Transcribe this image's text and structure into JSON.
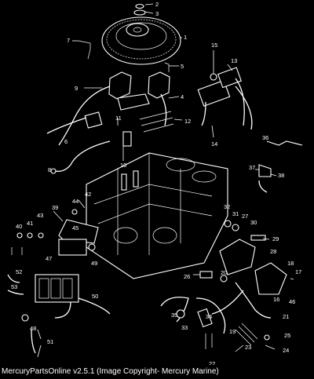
{
  "diagram": {
    "background": "#000000",
    "foreground": "#ffffff",
    "callouts": [
      "1",
      "2",
      "3",
      "4",
      "5",
      "6",
      "7",
      "8",
      "9",
      "10",
      "11",
      "12",
      "13",
      "14",
      "15",
      "16",
      "17",
      "18",
      "19",
      "20",
      "21",
      "22",
      "23",
      "24",
      "25",
      "26",
      "27",
      "28",
      "29",
      "30",
      "31",
      "32",
      "33",
      "34",
      "35",
      "36",
      "37",
      "38",
      "39",
      "40",
      "41",
      "42",
      "43",
      "44",
      "45",
      "46",
      "47",
      "48",
      "49",
      "50",
      "51",
      "52",
      "53"
    ]
  },
  "footer": {
    "caption": "MercuryPartsOnline v2.5.1 (Image Copyright- Mercury Marine)"
  }
}
